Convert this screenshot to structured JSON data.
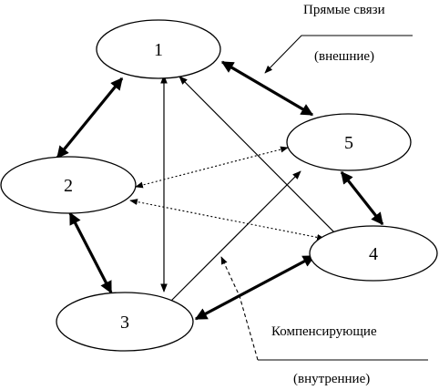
{
  "nodes": [
    {
      "id": "1",
      "label": "1"
    },
    {
      "id": "2",
      "label": "2"
    },
    {
      "id": "3",
      "label": "3"
    },
    {
      "id": "4",
      "label": "4"
    },
    {
      "id": "5",
      "label": "5"
    }
  ],
  "edges": [
    {
      "from": "1",
      "to": "2",
      "style": "thick",
      "direction": "both"
    },
    {
      "from": "1",
      "to": "5",
      "style": "thick",
      "direction": "both"
    },
    {
      "from": "1",
      "to": "3",
      "style": "thin",
      "direction": "both"
    },
    {
      "from": "1",
      "to": "4",
      "style": "thin",
      "direction": "to-1"
    },
    {
      "from": "2",
      "to": "3",
      "style": "thick",
      "direction": "both"
    },
    {
      "from": "2",
      "to": "5",
      "style": "dotted",
      "direction": "both"
    },
    {
      "from": "2",
      "to": "4",
      "style": "dotted",
      "direction": "both"
    },
    {
      "from": "3",
      "to": "4",
      "style": "thick",
      "direction": "both"
    },
    {
      "from": "3",
      "to": "5",
      "style": "thin",
      "direction": "to-5"
    },
    {
      "from": "5",
      "to": "4",
      "style": "thick",
      "direction": "both"
    }
  ],
  "annotations": {
    "direct": {
      "line1": "Прямые связи",
      "line2": "(внешние)"
    },
    "compensating": {
      "line1": "Компенсирующие",
      "line2": "(внутренние)"
    }
  }
}
